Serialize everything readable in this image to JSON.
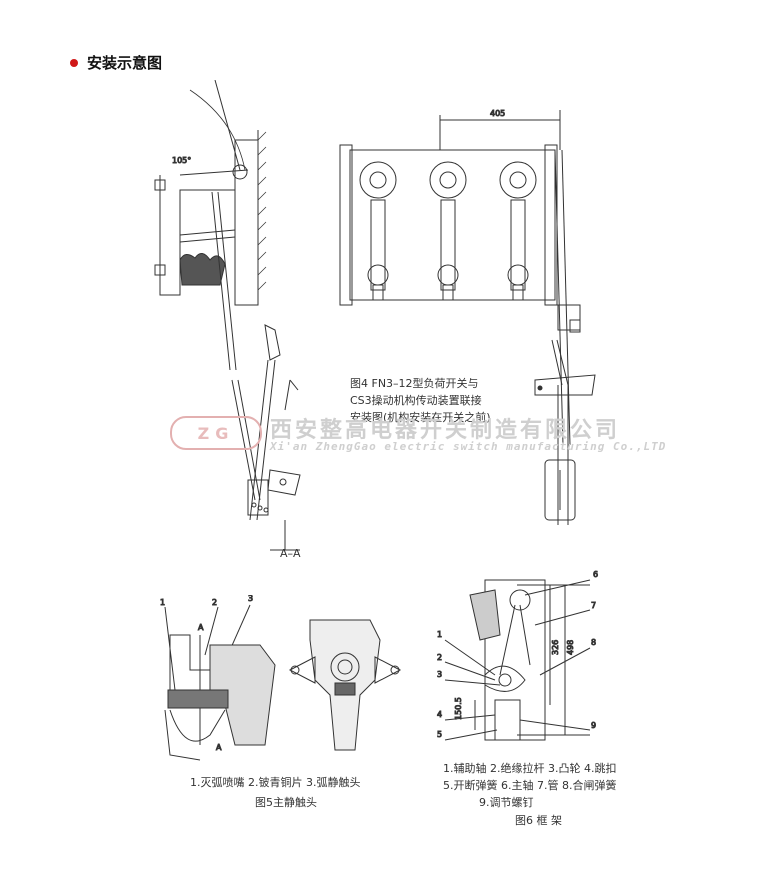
{
  "section": {
    "title": "安装示意图"
  },
  "fig4": {
    "angle_label": "105°",
    "dimension_label": "405",
    "caption_line1": "图4  FN3–12型负荷开关与",
    "caption_line2": "CS3操动机构传动装置联接",
    "caption_line3": "安装图(机构安装在开关之前)",
    "section_label": "A–A"
  },
  "watermark": {
    "logo": "ZG",
    "company_cn": "西安整高电器开关制造有限公司",
    "company_en": "Xi'an ZhengGao electric switch manufacturing Co.,LTD"
  },
  "fig5": {
    "callouts": [
      "1",
      "2",
      "3"
    ],
    "section_mark": "A",
    "legend_line1": "1.灭弧喷嘴  2.铍青铜片  3.弧静触头",
    "caption": "图5主静触头"
  },
  "fig6": {
    "callouts": [
      "1",
      "2",
      "3",
      "4",
      "5",
      "6",
      "7",
      "8",
      "9"
    ],
    "dim_326": "326",
    "dim_498": "498",
    "dim_150_5": "150.5",
    "legend_line1": "1.辅助轴  2.绝缘拉杆  3.凸轮  4.跳扣",
    "legend_line2": "5.开断弹簧 6.主轴 7.管  8.合闸弹簧",
    "legend_line3": "9.调节螺钉",
    "caption": "图6  框 架"
  }
}
